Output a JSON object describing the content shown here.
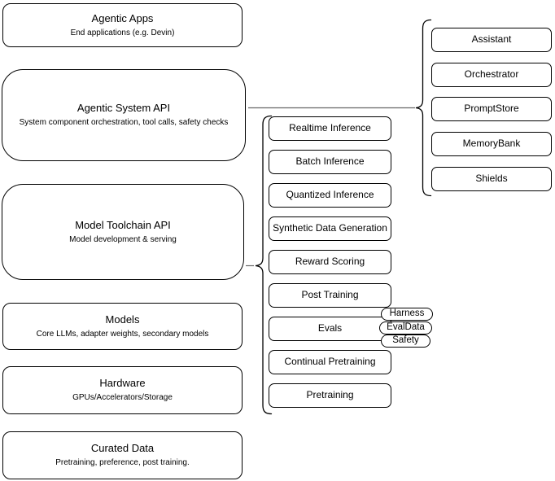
{
  "diagram": {
    "left_column": [
      {
        "title": "Agentic Apps",
        "subtitle": "End applications (e.g. Devin)"
      },
      {
        "title": "Agentic System API",
        "subtitle": "System component orchestration, tool calls, safety checks"
      },
      {
        "title": "Model Toolchain API",
        "subtitle": "Model development & serving"
      },
      {
        "title": "Models",
        "subtitle": "Core LLMs, adapter weights, secondary models"
      },
      {
        "title": "Hardware",
        "subtitle": "GPUs/Accelerators/Storage"
      },
      {
        "title": "Curated Data",
        "subtitle": "Pretraining, preference, post training."
      }
    ],
    "toolchain_items": [
      "Realtime Inference",
      "Batch Inference",
      "Quantized Inference",
      "Synthetic Data Generation",
      "Reward Scoring",
      "Post Training",
      "Evals",
      "Continual Pretraining",
      "Pretraining"
    ],
    "eval_tags": [
      "Harness",
      "EvalData",
      "Safety"
    ],
    "system_components": [
      "Assistant",
      "Orchestrator",
      "PromptStore",
      "MemoryBank",
      "Shields"
    ],
    "colors": {
      "stroke": "#000000",
      "fill": "#ffffff",
      "connector": "#666666",
      "text": "#000000"
    }
  }
}
